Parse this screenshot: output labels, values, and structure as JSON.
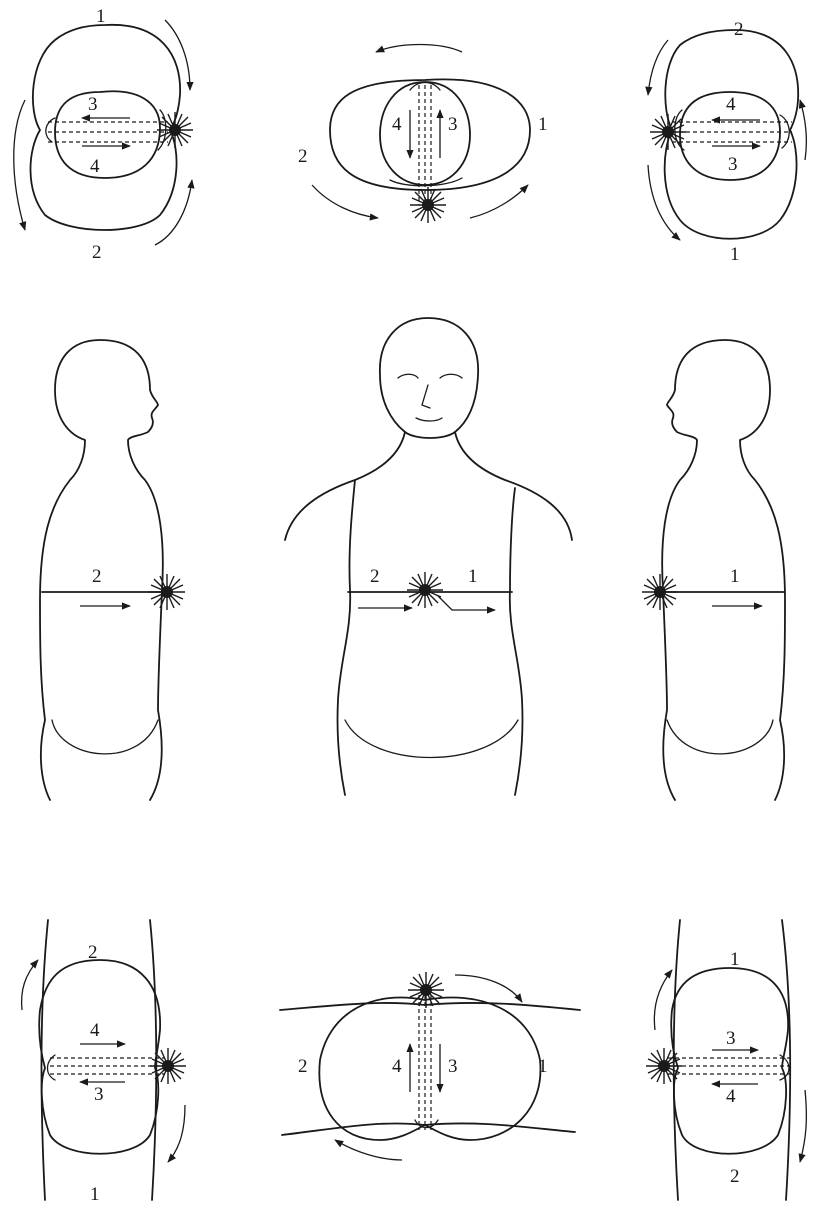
{
  "labels": {
    "one": "1",
    "two": "2",
    "three": "3",
    "four": "4"
  },
  "colors": {
    "ink": "#1a1a1a",
    "background": "#ffffff"
  }
}
